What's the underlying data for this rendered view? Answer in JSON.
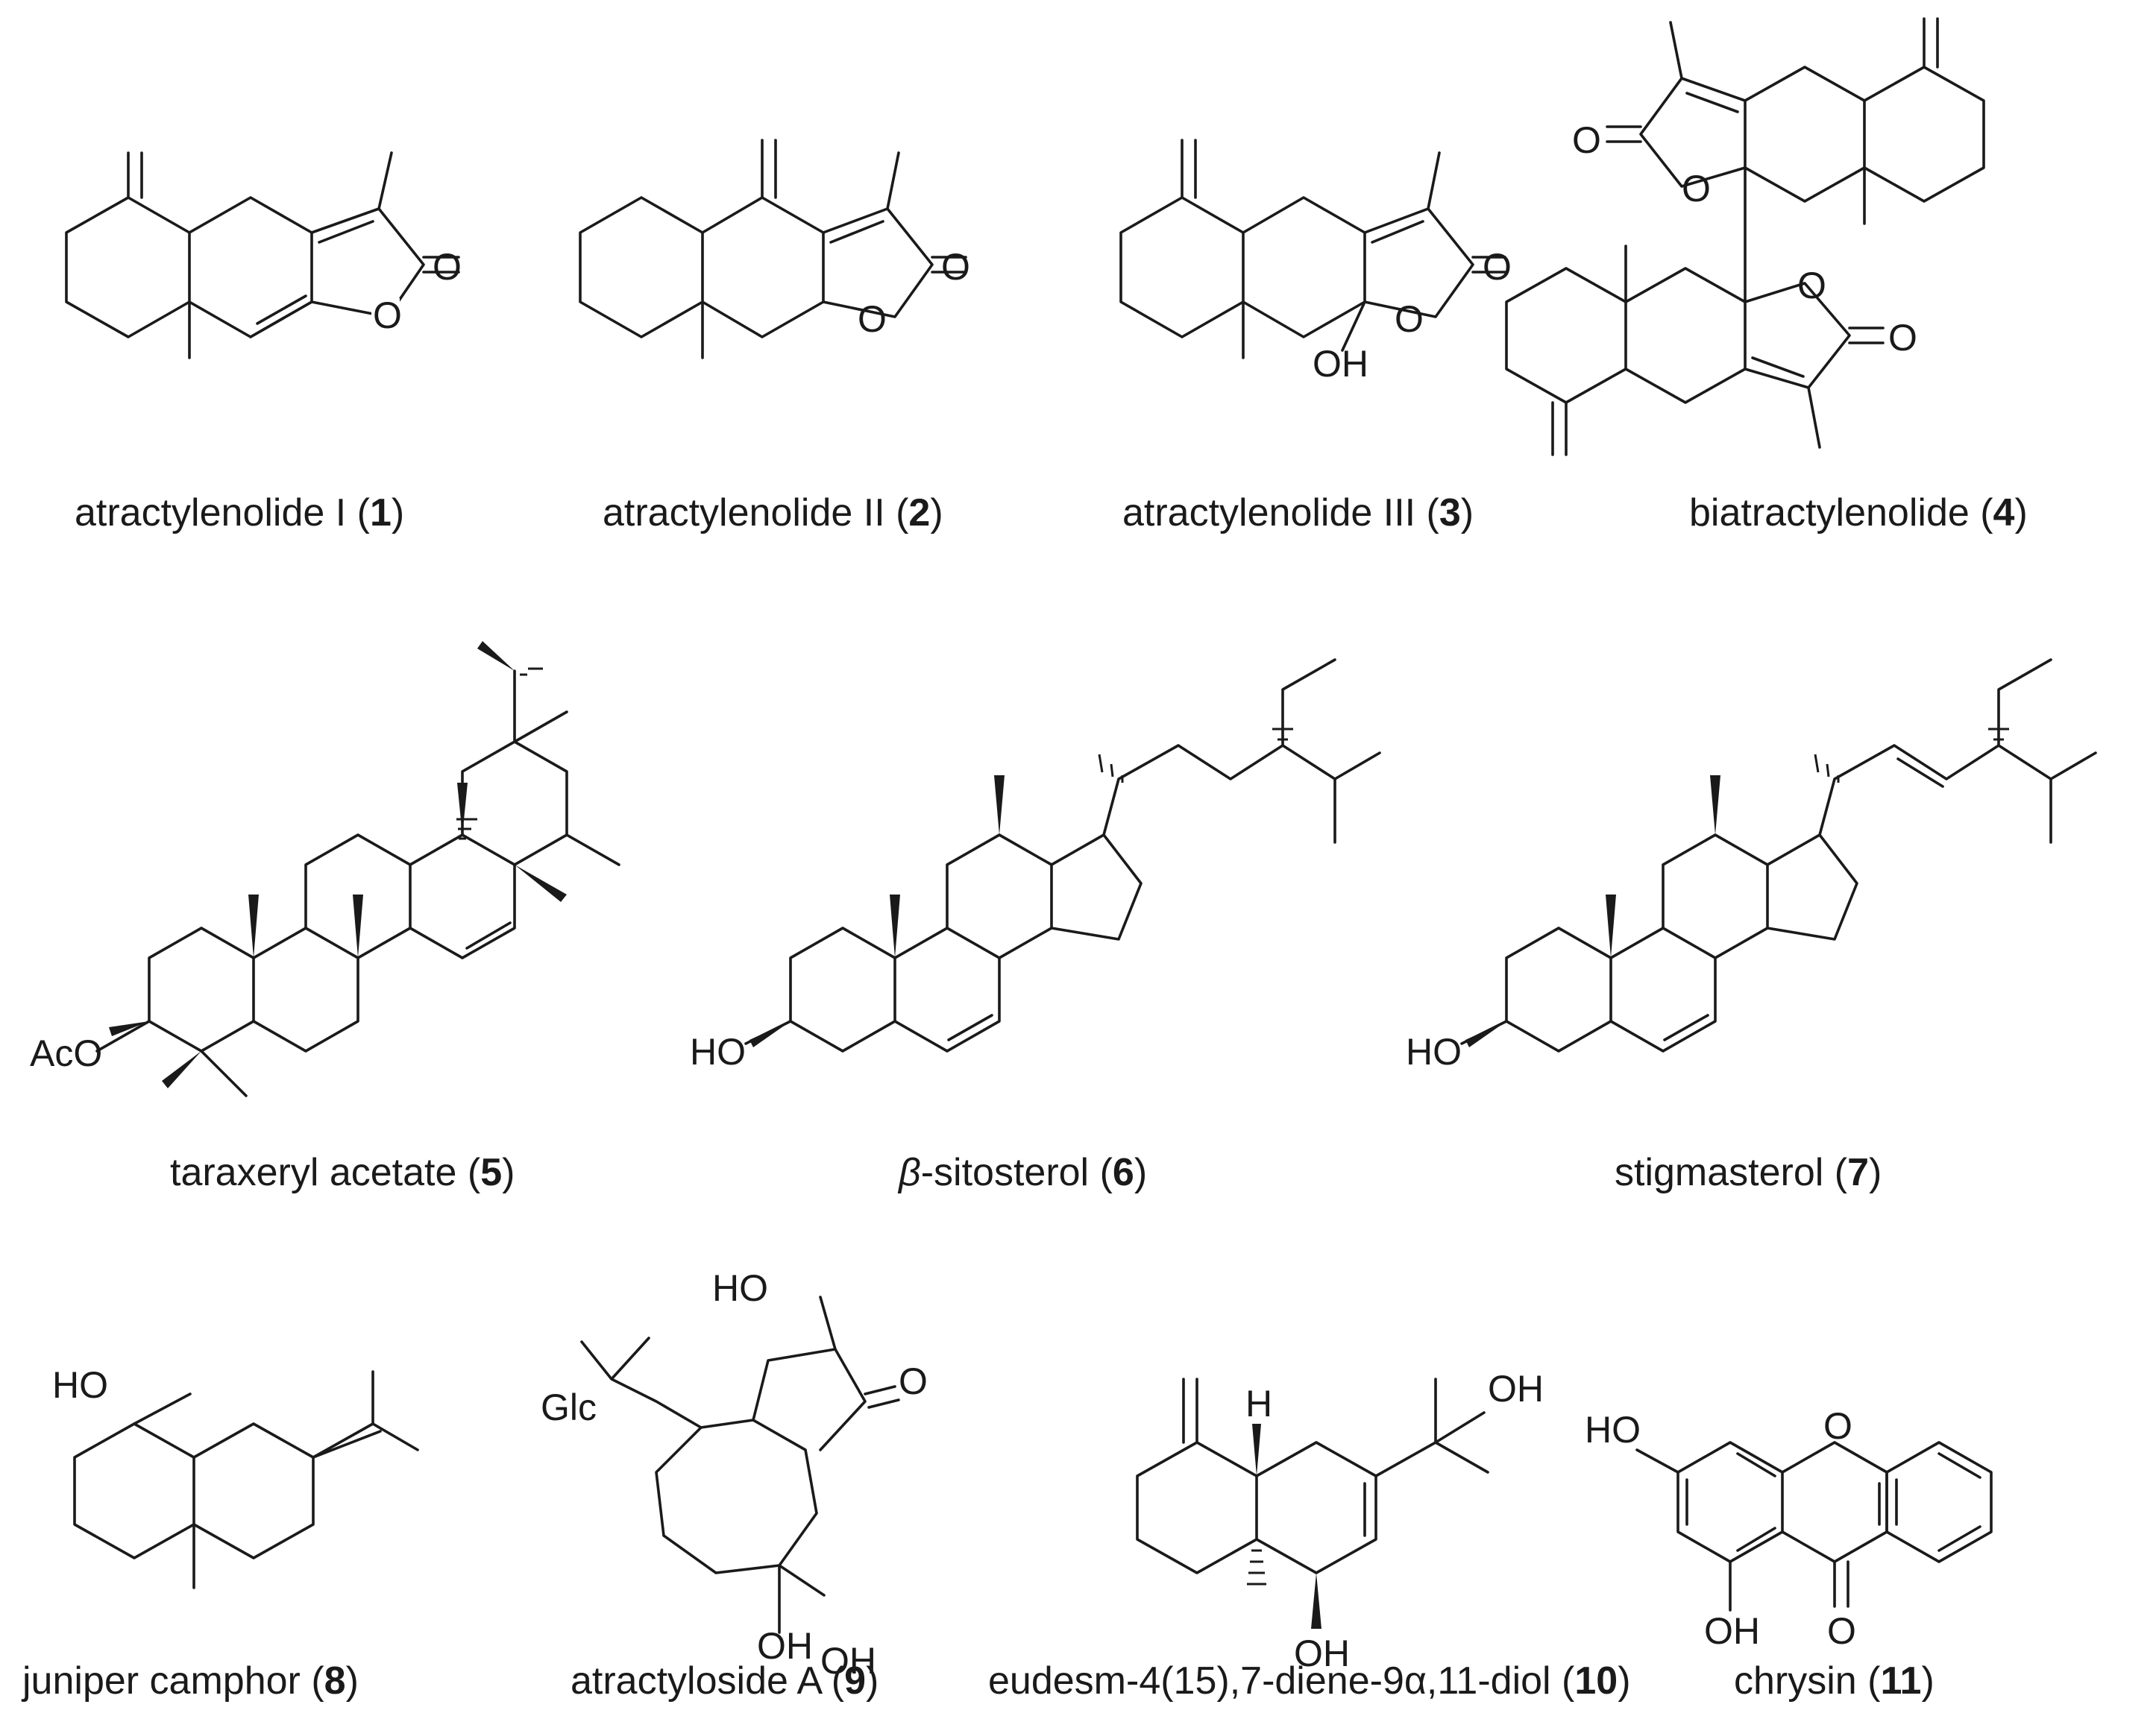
{
  "compounds": [
    {
      "name": "atractylenolide I",
      "number": "1"
    },
    {
      "name": "atractylenolide II",
      "number": "2"
    },
    {
      "name": "atractylenolide III",
      "number": "3"
    },
    {
      "name": "biatractylenolide",
      "number": "4"
    },
    {
      "name": "taraxeryl acetate",
      "number": "5"
    },
    {
      "prefix": "β",
      "name": "-sitosterol",
      "number": "6"
    },
    {
      "name": "stigmasterol",
      "number": "7"
    },
    {
      "name": "juniper camphor",
      "number": "8"
    },
    {
      "name": "atractyloside A",
      "number": "9"
    },
    {
      "name": "eudesm-4(15),7-diene-9α,11-diol",
      "number": "10"
    },
    {
      "name": "chrysin",
      "number": "11"
    }
  ],
  "atom_labels": {
    "O": "O",
    "OH": "OH",
    "HO": "HO",
    "AcO": "AcO",
    "Glc": "Glc",
    "H": "H"
  }
}
